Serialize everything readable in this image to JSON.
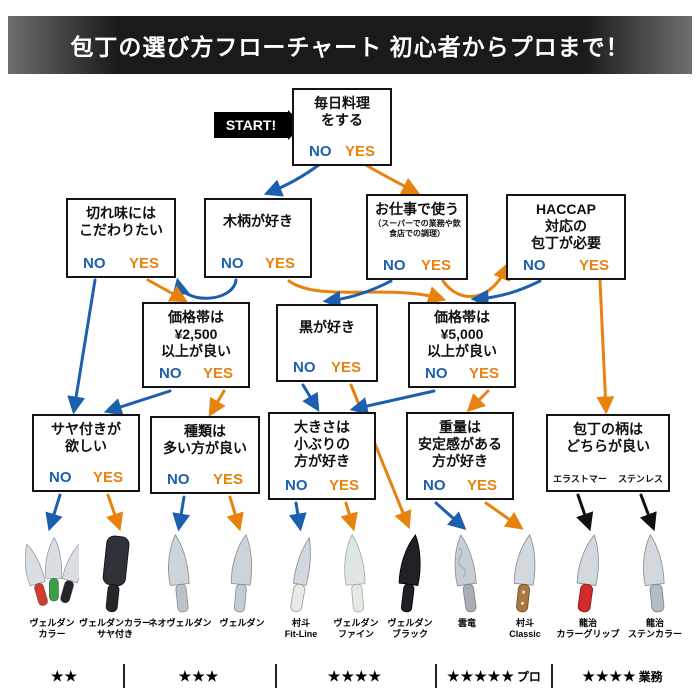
{
  "header": {
    "title": "包丁の選び方フローチャート 初心者からプロまで！"
  },
  "flow": {
    "start": "START!",
    "no": "NO",
    "yes": "YES",
    "nodes": {
      "daily": {
        "lines": [
          "毎日料理",
          "をする"
        ]
      },
      "sharp": {
        "lines": [
          "切れ味には",
          "こだわりたい"
        ]
      },
      "wood": {
        "lines": [
          "木柄が好き"
        ]
      },
      "work": {
        "lines": [
          "お仕事で使う"
        ],
        "note": "（スーパーでの業務や飲食店での調理）"
      },
      "haccap": {
        "lines": [
          "HACCAP",
          "対応の",
          "包丁が必要"
        ]
      },
      "price2500": {
        "lines": [
          "価格帯は",
          "¥2,500",
          "以上が良い"
        ]
      },
      "black": {
        "lines": [
          "黒が好き"
        ]
      },
      "price5000": {
        "lines": [
          "価格帯は",
          "¥5,000",
          "以上が良い"
        ]
      },
      "sheath": {
        "lines": [
          "サヤ付きが",
          "欲しい"
        ]
      },
      "variety": {
        "lines": [
          "種類は",
          "多い方が良い"
        ]
      },
      "size": {
        "lines": [
          "大きさは",
          "小ぶりの",
          "方が好き"
        ]
      },
      "weight": {
        "lines": [
          "重量は",
          "安定感がある",
          "方が好き"
        ]
      },
      "handle": {
        "lines": [
          "包丁の柄は",
          "どちらが良い"
        ],
        "option_left": "エラストマー",
        "option_right": "ステンレス"
      }
    }
  },
  "colors": {
    "no_blue": "#1b5fae",
    "yes_orange": "#e8820e"
  },
  "knives": [
    {
      "label": [
        "ヴェルダン",
        "カラー"
      ],
      "blade": "#d9dee3",
      "handles": [
        "#d23b2f",
        "#3c9e44",
        "#26262a"
      ]
    },
    {
      "label": [
        "ヴェルダンカラー",
        "サヤ付き"
      ],
      "blade": "#23262a",
      "handle": "#23262a",
      "sheath": "#2e3238"
    },
    {
      "label": [
        "ネオヴェルダン",
        ""
      ],
      "blade": "#ccd3d9",
      "handle": "#bac2ca"
    },
    {
      "label": [
        "ヴェルダン",
        ""
      ],
      "blade": "#ccd3d9",
      "handle": "#c3cbd3"
    },
    {
      "label": [
        "村斗",
        "Fit-Line"
      ],
      "blade": "#d2d8dd",
      "handle": "#e9eae6"
    },
    {
      "label": [
        "ヴェルダン",
        "ファイン"
      ],
      "blade": "#dfe6e2",
      "handle": "#e3eae4"
    },
    {
      "label": [
        "ヴェルダン",
        "ブラック"
      ],
      "blade": "#1f2125",
      "handle": "#1f2125"
    },
    {
      "label": [
        "雲竜",
        ""
      ],
      "blade": "#c7cdd4",
      "handle": "#a7aeb6"
    },
    {
      "label": [
        "村斗",
        "Classic"
      ],
      "blade": "#d2d8dd",
      "handle": "#a8793f"
    },
    {
      "label": [
        "龍治",
        "カラーグリップ"
      ],
      "blade": "#d2d8dd",
      "handle": "#cf2b2b"
    },
    {
      "label": [
        "龍治",
        "ステンカラー"
      ],
      "blade": "#d2d8dd",
      "handle": "#b4bcc4"
    }
  ],
  "ratings": [
    {
      "stars": "★★",
      "suffix": ""
    },
    {
      "stars": "★★★",
      "suffix": ""
    },
    {
      "stars": "★★★★",
      "suffix": ""
    },
    {
      "stars": "★★★★★",
      "suffix": "プロ"
    },
    {
      "stars": "★★★★",
      "suffix": "業務"
    }
  ]
}
